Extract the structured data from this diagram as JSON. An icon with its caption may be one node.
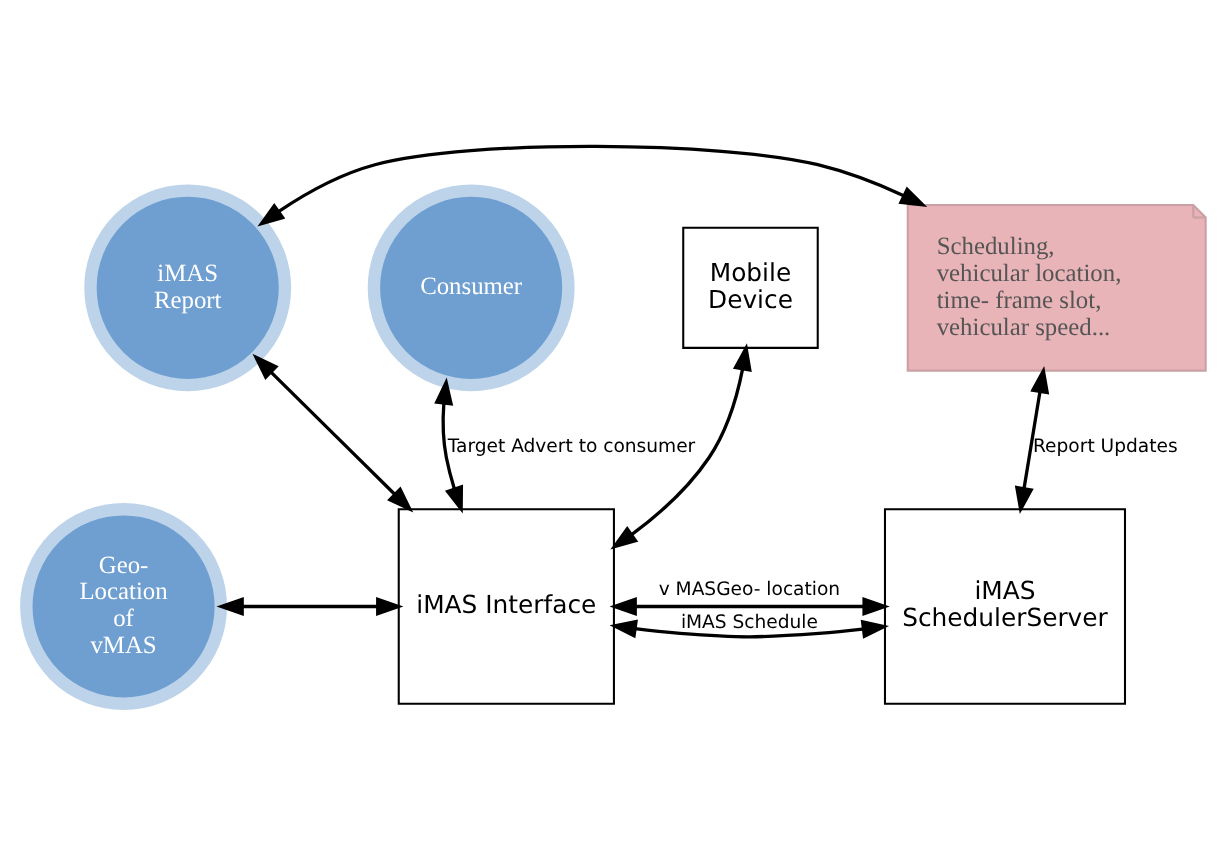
{
  "diagram": {
    "nodes": [
      {
        "text": [
          "Consumer"
        ]
      },
      {
        "text": [
          "iMAS Report"
        ]
      },
      {
        "text": [
          "Scheduling, vehicular location, time- frame slot, vehicular speed..."
        ]
      },
      {
        "text": [
          "Mobile Device"
        ]
      },
      {
        "text": [
          "iMAS Interface"
        ]
      },
      {
        "text": [
          "iMAS SchedulerServer"
        ]
      },
      {
        "text": [
          "Geo- Location of vMAS"
        ]
      }
    ],
    "edges": [
      {
        "from": 0,
        "to": 4,
        "arrow": "both",
        "label": "Target Advert to consumer"
      },
      {
        "from": 1,
        "to": 4,
        "arrow": "both"
      },
      {
        "from": 1,
        "to": 2,
        "arrow": "both"
      },
      {
        "from": 3,
        "to": 4,
        "arrow": "both"
      },
      {
        "from": 4,
        "to": 5,
        "arrow": "both",
        "label": "iMAS Schedule"
      },
      {
        "from": 4,
        "to": 5,
        "arrow": "both",
        "label": "v MASGeo- location"
      },
      {
        "from": 2,
        "to": 5,
        "arrow": "both",
        "label": "Report Updates"
      },
      {
        "from": 6,
        "to": 4,
        "arrow": "both"
      }
    ]
  }
}
